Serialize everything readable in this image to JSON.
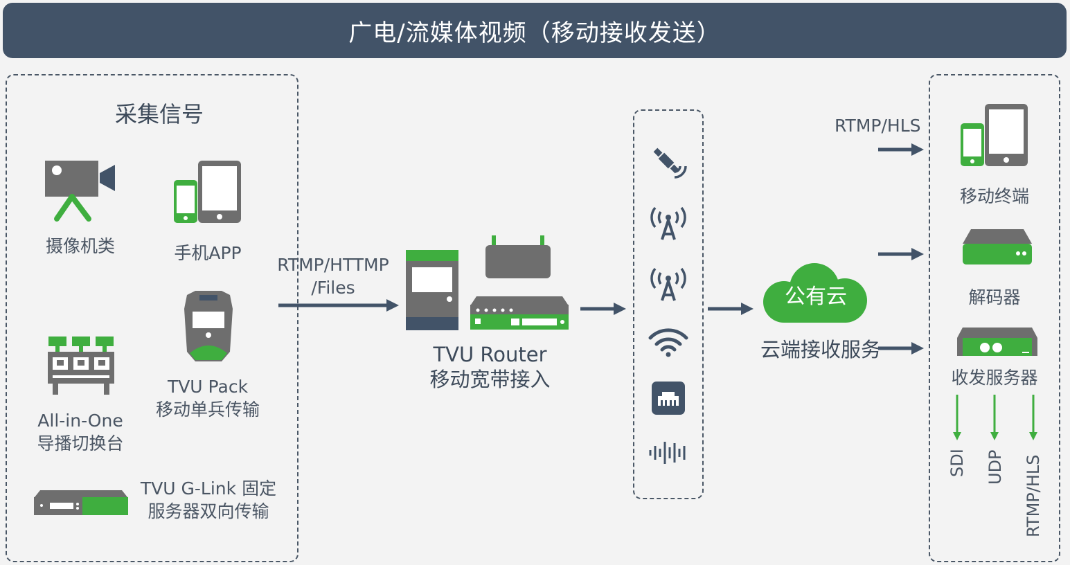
{
  "header": {
    "title": "广电/流媒体视频（移动接收发送）"
  },
  "colors": {
    "slate": "#425368",
    "green": "#3fae3f",
    "gray": "#6e6e6e",
    "arrow": "#425368"
  },
  "capture": {
    "title": "采集信号",
    "items": {
      "camera": "摄像机类",
      "mobile_app": "手机APP",
      "pack": "TVU Pack\n移动单兵传输",
      "all_in_one": "All-in-One\n导播切换台",
      "glink": "TVU G-Link 固定\n服务器双向传输"
    }
  },
  "link_left": {
    "protocol": "RTMP/HTTMP\n/Files"
  },
  "router": {
    "label": "TVU Router\n移动宽带接入"
  },
  "networks": [
    "satellite-icon",
    "cell-tower-icon",
    "cell-tower-icon",
    "wifi-icon",
    "ethernet-icon",
    "audio-wave-icon"
  ],
  "cloud": {
    "name": "公有云",
    "label": "云端接收服务"
  },
  "outputs": {
    "protocol_top": "RTMP/HLS",
    "mobile": "移动终端",
    "decoder": "解码器",
    "server": "收发服务器",
    "server_outputs": [
      "SDI",
      "UDP",
      "RTMP/HLS"
    ]
  }
}
